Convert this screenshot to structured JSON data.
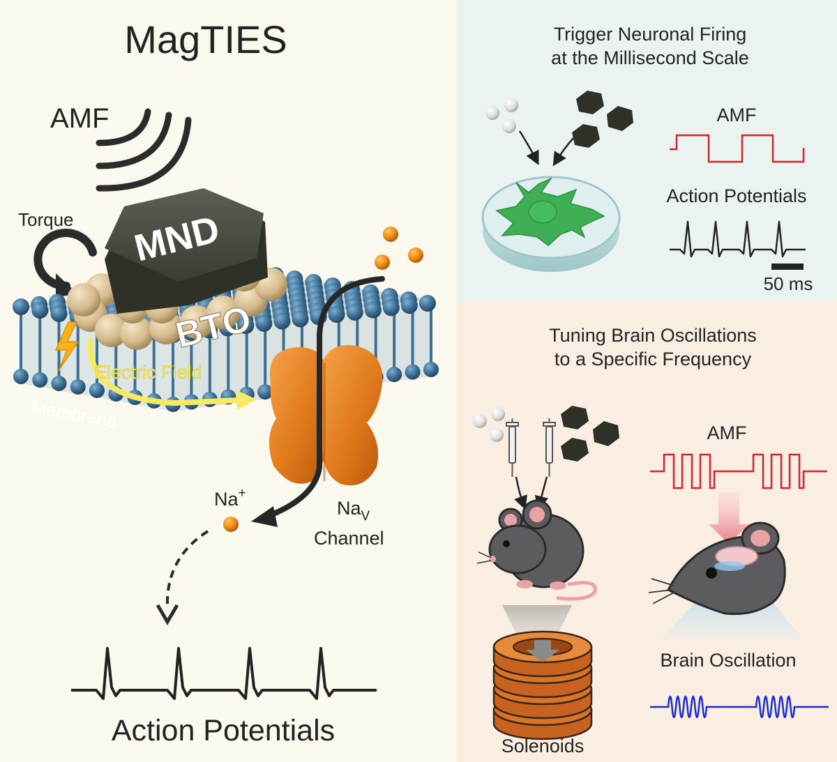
{
  "colors": {
    "background_left": "#fbf8ee",
    "panel_top_right": "#eaf3ef",
    "panel_bottom_right": "#faeee3",
    "membrane_blue": "#3d6f93",
    "nav_orange": "#e07a1c",
    "mnd_dark": "#3b3d33",
    "bto_tan": "#dcc49b",
    "electric_field_yellow": "#f5ea63",
    "amf_red": "#e0202a",
    "oscillation_blue": "#1a2adf",
    "neuron_green": "#3fae55",
    "solenoid_copper": "#c8621f"
  },
  "main": {
    "title": "MagTIES",
    "amf": "AMF",
    "torque": "Torque",
    "mnd": "MND",
    "bto": "BTO",
    "electric_field": "Electric Field",
    "membrane": "Membrane",
    "na_ion": "Na",
    "na_ion_sup": "+",
    "nav_main": "Na",
    "nav_sub": "V",
    "channel": "Channel",
    "action_potentials": "Action Potentials"
  },
  "panel_top": {
    "title_line1": "Trigger Neuronal Firing",
    "title_line2": "at the Millisecond Scale",
    "amf": "AMF",
    "action_potentials": "Action Potentials",
    "scale_bar": "50 ms"
  },
  "panel_bottom": {
    "title_line1": "Tuning Brain Oscillations",
    "title_line2": "to a Specific Frequency",
    "amf": "AMF",
    "brain_oscillation": "Brain Oscillation",
    "solenoids": "Solenoids"
  },
  "icons": [
    "amf-wave-icon",
    "torque-arrow-icon",
    "lightning-icon",
    "syringe-icon",
    "mouse-icon",
    "solenoid-icon",
    "petri-dish-icon",
    "neuron-icon"
  ]
}
